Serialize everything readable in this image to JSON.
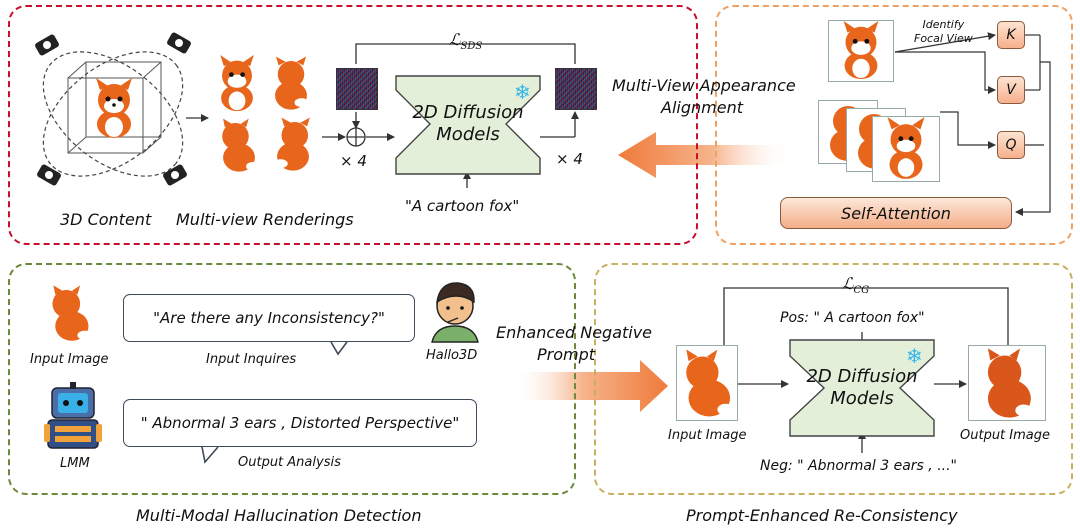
{
  "top_left": {
    "caption_3d": "3D Content",
    "caption_mv": "Multi-view Renderings",
    "loss": "ℒ",
    "loss_sub": "SDS",
    "diffusion_line1": "2D Diffusion",
    "diffusion_line2": "Models",
    "times_left": "× 4",
    "times_right": "× 4",
    "prompt": "\"A cartoon fox\""
  },
  "middle_top": {
    "line1": "Multi-View Appearance",
    "line2": "Alignment"
  },
  "top_right": {
    "identify_line1": "Identify",
    "identify_line2": "Focal View",
    "key": "K",
    "value": "V",
    "query": "Q",
    "self_attention": "Self-Attention"
  },
  "bottom_left": {
    "input_image": "Input Image",
    "question": "\"Are there any Inconsistency?\"",
    "input_inquires": "Input Inquires",
    "hallo3d": "Hallo3D",
    "lmm": "LMM",
    "analysis": "\" Abnormal 3 ears , Distorted Perspective\"",
    "output_analysis": "Output Analysis",
    "caption": "Multi-Modal Hallucination Detection"
  },
  "middle_bottom": {
    "line1": "Enhanced Negative",
    "line2": "Prompt"
  },
  "bottom_right": {
    "loss": "ℒ",
    "loss_sub": "CG",
    "pos": "Pos: \" A cartoon fox\"",
    "diffusion_line1": "2D Diffusion",
    "diffusion_line2": "Models",
    "input_image": "Input Image",
    "output_image": "Output Image",
    "neg": "Neg: \" Abnormal 3 ears , ...\"",
    "caption": "Prompt-Enhanced Re-Consistency"
  },
  "colors": {
    "red_panel": "#c8102e",
    "orange_panel": "#f0a060",
    "green_panel": "#6a8a3a",
    "olive_panel": "#c8b060",
    "diffusion_fill": "#e3efd8",
    "snowflake": "#35b6e8",
    "fox_orange": "#e8661c",
    "arrow_orange": "#f08a50"
  }
}
